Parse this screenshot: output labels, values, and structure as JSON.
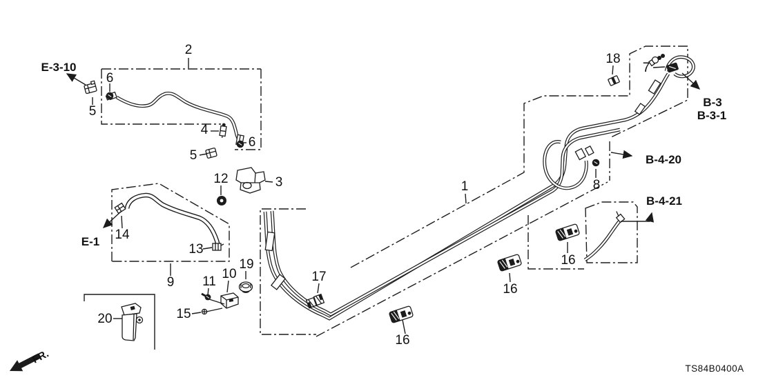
{
  "diagram": {
    "code": "TS84B0400A",
    "direction_indicator": "FR.",
    "colors": {
      "line": "#1c1c1c",
      "background": "#ffffff"
    }
  },
  "ref_labels": [
    {
      "id": "e-3-10",
      "text": "E-3-10"
    },
    {
      "id": "e-1",
      "text": "E-1"
    },
    {
      "id": "b-3",
      "text": "B-3"
    },
    {
      "id": "b-3-1",
      "text": "B-3-1"
    },
    {
      "id": "b-4-20",
      "text": "B-4-20"
    },
    {
      "id": "b-4-21",
      "text": "B-4-21"
    }
  ],
  "part_labels": [
    {
      "num": "1"
    },
    {
      "num": "2"
    },
    {
      "num": "3"
    },
    {
      "num": "4"
    },
    {
      "num": "5"
    },
    {
      "num": "5"
    },
    {
      "num": "6"
    },
    {
      "num": "6"
    },
    {
      "num": "7"
    },
    {
      "num": "8"
    },
    {
      "num": "9"
    },
    {
      "num": "10"
    },
    {
      "num": "11"
    },
    {
      "num": "12"
    },
    {
      "num": "13"
    },
    {
      "num": "14"
    },
    {
      "num": "15"
    },
    {
      "num": "16"
    },
    {
      "num": "16"
    },
    {
      "num": "16"
    },
    {
      "num": "17"
    },
    {
      "num": "18"
    },
    {
      "num": "19"
    },
    {
      "num": "20"
    }
  ]
}
